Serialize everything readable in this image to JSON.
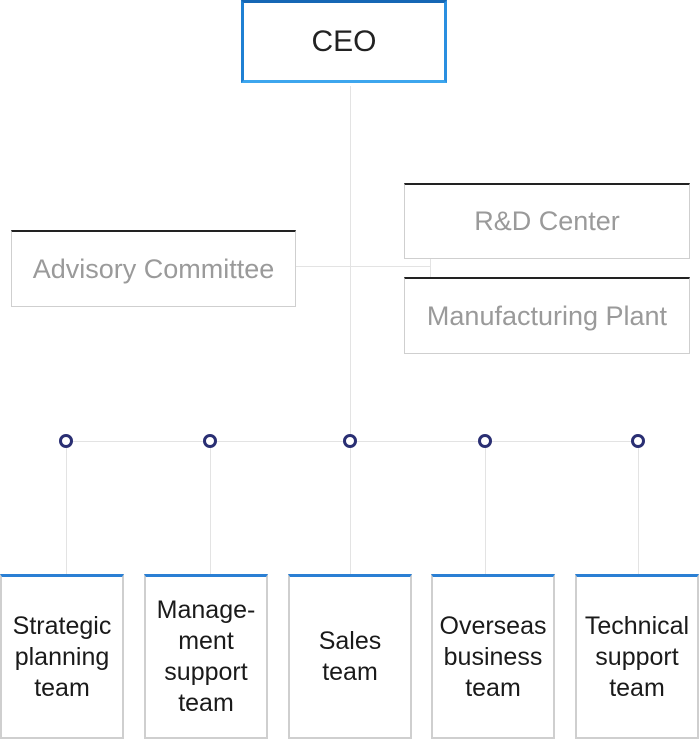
{
  "ceo": "CEO",
  "advisory": "Advisory Committee",
  "rd_center": "R&D Center",
  "plant": "Manufacturing Plant",
  "teams": [
    "Strategic\nplanning\nteam",
    "Manage-\nment\nsupport\nteam",
    "Sales\nteam",
    "Overseas\nbusiness\nteam",
    "Technical\nsupport\nteam"
  ],
  "colors": {
    "ceo_border": "#1f80d3",
    "team_top_border": "#2a7fd4",
    "connector_dot": "#2a2f73",
    "lines": "#e3e3e3"
  }
}
